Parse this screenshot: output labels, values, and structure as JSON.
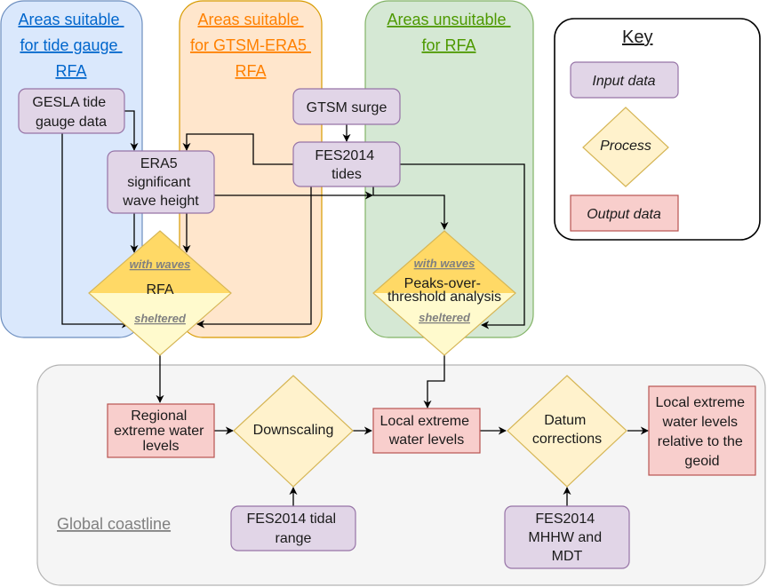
{
  "colors": {
    "region_tide_gauge_fill": "#dae8fc",
    "region_tide_gauge_stroke": "#6c8ebf",
    "region_tide_gauge_title": "#0066cc",
    "region_gtsm_fill": "#ffe6cc",
    "region_gtsm_stroke": "#d79b00",
    "region_gtsm_title": "#ff8000",
    "region_unsuitable_fill": "#d5e8d4",
    "region_unsuitable_stroke": "#82b366",
    "region_unsuitable_title": "#4d9900",
    "region_global_fill": "#f5f5f5",
    "region_global_stroke": "#b3b3b3",
    "region_global_title": "#808080",
    "input_fill": "#e1d5e7",
    "input_stroke": "#9673a6",
    "process_fill": "#fff2cc",
    "process_stroke": "#d6b656",
    "process_top_fill": "#ffd966",
    "process_bottom_fill": "#fffacd",
    "output_fill": "#f8cecc",
    "output_stroke": "#b85450"
  },
  "regions": {
    "tide_gauge": {
      "title_lines": [
        "Areas suitable",
        "for tide gauge",
        "RFA"
      ]
    },
    "gtsm": {
      "title_lines": [
        "Areas suitable",
        "for GTSM-ERA5",
        "RFA"
      ]
    },
    "unsuitable": {
      "title_lines": [
        "Areas unsuitable",
        "for RFA"
      ]
    },
    "global": {
      "title": "Global coastline"
    }
  },
  "key": {
    "title": "Key",
    "input": "Input data",
    "process": "Process",
    "output": "Output data"
  },
  "inputs": {
    "gesla": [
      "GESLA tide",
      "gauge data"
    ],
    "gtsm_surge": [
      "GTSM surge"
    ],
    "fes_tides": [
      "FES2014",
      "tides"
    ],
    "era5": [
      "ERA5",
      "significant",
      "wave height"
    ],
    "fes_tidal_range": [
      "FES2014 tidal",
      "range"
    ],
    "fes_mhhw": [
      "FES2014",
      "MHHW and",
      "MDT"
    ]
  },
  "processes": {
    "rfa": {
      "label": "RFA",
      "top": "with waves",
      "bottom": "sheltered"
    },
    "pot": {
      "label": [
        "Peaks-over-",
        "threshold analysis"
      ],
      "top": "with waves",
      "bottom": "sheltered"
    },
    "downscaling": {
      "label": [
        "Downscaling"
      ]
    },
    "datum": {
      "label": [
        "Datum",
        "corrections"
      ]
    }
  },
  "outputs": {
    "regional": [
      "Regional",
      "extreme water",
      "levels"
    ],
    "local": [
      "Local extreme",
      "water levels"
    ],
    "local_geoid": [
      "Local extreme",
      "water levels",
      "relative to the",
      "geoid"
    ]
  }
}
